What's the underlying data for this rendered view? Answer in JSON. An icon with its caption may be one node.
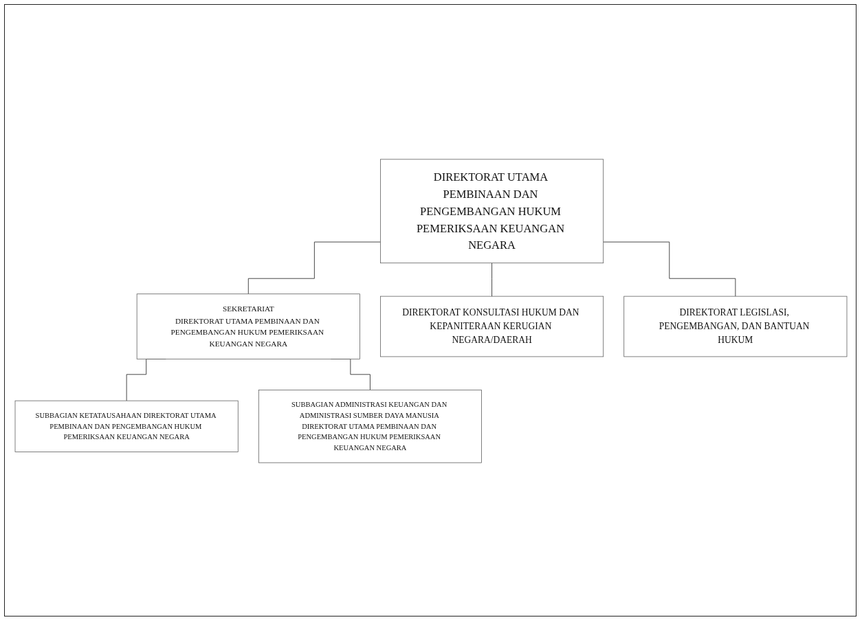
{
  "diagram": {
    "nodes": [
      {
        "text": [
          "DIREKTORAT UTAMA PEMBINAAN DAN PENGEMBANGAN HUKUM PEMERIKSAAN KEUANGAN NEGARA"
        ]
      },
      {
        "text": [
          "SEKRETARIAT",
          "DIREKTORAT UTAMA PEMBINAAN DAN PENGEMBANGAN HUKUM PEMERIKSAAN KEUANGAN NEGARA"
        ]
      },
      {
        "text": [
          "DIREKTORAT KONSULTASI HUKUM DAN KEPANITERAAN KERUGIAN NEGARA/DAERAH"
        ]
      },
      {
        "text": [
          "DIREKTORAT LEGISLASI, PENGEMBANGAN, DAN BANTUAN HUKUM"
        ]
      },
      {
        "text": [
          "SUBBAGIAN KETATAUSAHAAN DIREKTORAT UTAMA PEMBINAAN DAN PENGEMBANGAN HUKUM PEMERIKSAAN KEUANGAN NEGARA"
        ]
      },
      {
        "text": [
          "SUBBAGIAN ADMINISTRASI KEUANGAN DAN ADMINISTRASI SUMBER DAYA MANUSIA DIREKTORAT UTAMA PEMBINAAN DAN PENGEMBANGAN HUKUM PEMERIKSAAN KEUANGAN NEGARA"
        ]
      }
    ],
    "edges": [
      {
        "from": 0,
        "to": 1,
        "arrow": "none"
      },
      {
        "from": 0,
        "to": 2,
        "arrow": "none"
      },
      {
        "from": 0,
        "to": 3,
        "arrow": "none"
      },
      {
        "from": 1,
        "to": 4,
        "arrow": "none"
      },
      {
        "from": 1,
        "to": 5,
        "arrow": "none"
      }
    ]
  }
}
